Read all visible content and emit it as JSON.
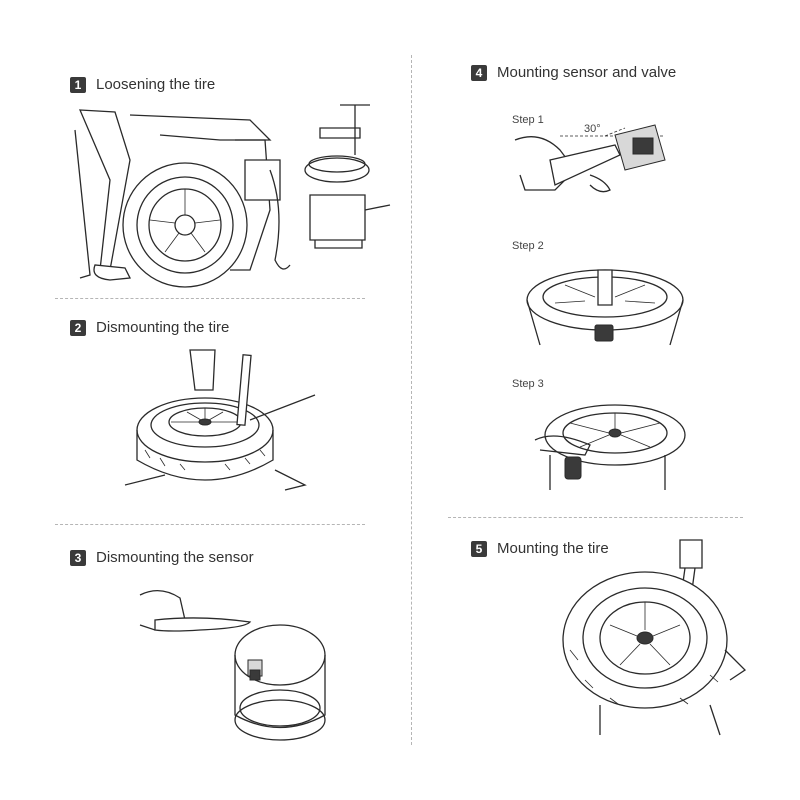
{
  "sections": [
    {
      "number": "1",
      "title": "Loosening the tire"
    },
    {
      "number": "2",
      "title": "Dismounting the tire"
    },
    {
      "number": "3",
      "title": "Dismounting the sensor"
    },
    {
      "number": "4",
      "title": "Mounting sensor and valve"
    },
    {
      "number": "5",
      "title": "Mounting the tire"
    }
  ],
  "steps": {
    "step1": "Step 1",
    "step2": "Step 2",
    "step3": "Step 3"
  },
  "angle_label": "30°"
}
